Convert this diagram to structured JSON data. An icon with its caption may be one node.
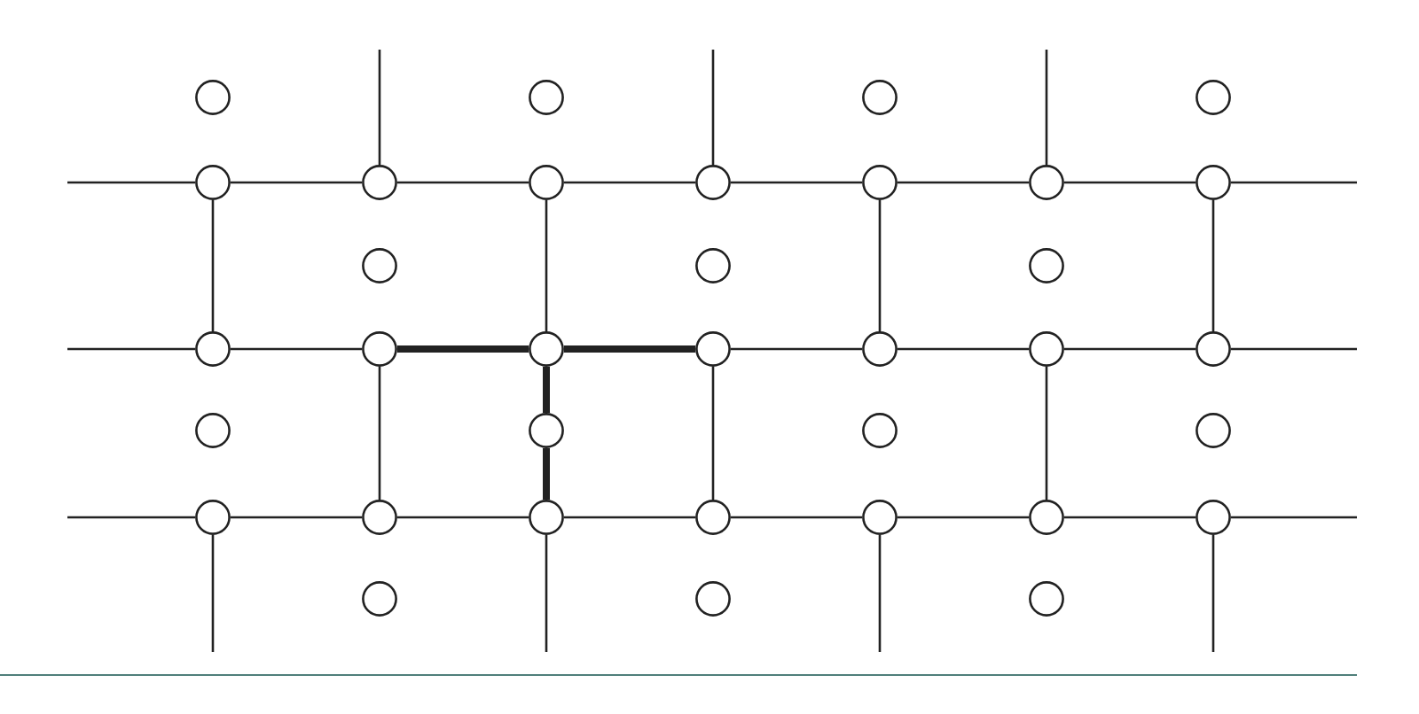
{
  "diagram": {
    "nodes": [
      {
        "text": [],
        "shape": "circle"
      },
      {
        "text": [],
        "shape": "circle"
      },
      {
        "text": [],
        "shape": "circle"
      },
      {
        "text": [],
        "shape": "circle"
      },
      {
        "text": [],
        "shape": "circle"
      },
      {
        "text": [],
        "shape": "circle"
      },
      {
        "text": [],
        "shape": "circle"
      },
      {
        "text": [],
        "shape": "circle"
      },
      {
        "text": [],
        "shape": "circle"
      },
      {
        "text": [],
        "shape": "circle"
      },
      {
        "text": [],
        "shape": "circle"
      },
      {
        "text": [],
        "shape": "circle"
      },
      {
        "text": [],
        "shape": "circle"
      },
      {
        "text": [],
        "shape": "circle"
      },
      {
        "text": [],
        "shape": "circle"
      },
      {
        "text": [],
        "shape": "circle"
      },
      {
        "text": [],
        "shape": "circle"
      },
      {
        "text": [],
        "shape": "circle"
      },
      {
        "text": [],
        "shape": "circle"
      },
      {
        "text": [],
        "shape": "circle"
      },
      {
        "text": [],
        "shape": "circle"
      },
      {
        "text": [],
        "shape": "circle"
      },
      {
        "text": [],
        "shape": "circle"
      },
      {
        "text": [],
        "shape": "circle"
      },
      {
        "text": [],
        "shape": "circle"
      },
      {
        "text": [],
        "shape": "circle"
      },
      {
        "text": [],
        "shape": "circle"
      },
      {
        "text": [],
        "shape": "circle"
      },
      {
        "text": [],
        "shape": "circle"
      },
      {
        "text": [],
        "shape": "circle"
      },
      {
        "text": [],
        "shape": "circle"
      },
      {
        "text": [],
        "shape": "circle"
      },
      {
        "text": [],
        "shape": "circle"
      },
      {
        "text": [],
        "shape": "circle"
      },
      {
        "text": [],
        "shape": "circle"
      }
    ],
    "edges": [
      {
        "from": 4,
        "to": null,
        "arrow": "none"
      },
      {
        "from": 4,
        "to": 5,
        "arrow": "none"
      },
      {
        "from": 5,
        "to": 6,
        "arrow": "none"
      },
      {
        "from": 6,
        "to": 7,
        "arrow": "none"
      },
      {
        "from": 7,
        "to": 8,
        "arrow": "none"
      },
      {
        "from": 8,
        "to": 9,
        "arrow": "none"
      },
      {
        "from": 9,
        "to": 10,
        "arrow": "none"
      },
      {
        "from": 10,
        "to": null,
        "arrow": "none"
      },
      {
        "from": 14,
        "to": null,
        "arrow": "none"
      },
      {
        "from": 14,
        "to": 15,
        "arrow": "none"
      },
      {
        "from": 15,
        "to": 16,
        "arrow": "none",
        "style": "thick"
      },
      {
        "from": 16,
        "to": 17,
        "arrow": "none",
        "style": "thick"
      },
      {
        "from": 17,
        "to": 18,
        "arrow": "none"
      },
      {
        "from": 18,
        "to": 19,
        "arrow": "none"
      },
      {
        "from": 19,
        "to": 20,
        "arrow": "none"
      },
      {
        "from": 20,
        "to": null,
        "arrow": "none"
      },
      {
        "from": 25,
        "to": null,
        "arrow": "none"
      },
      {
        "from": 25,
        "to": 26,
        "arrow": "none"
      },
      {
        "from": 26,
        "to": 27,
        "arrow": "none"
      },
      {
        "from": 27,
        "to": 28,
        "arrow": "none"
      },
      {
        "from": 28,
        "to": 29,
        "arrow": "none"
      },
      {
        "from": 29,
        "to": 30,
        "arrow": "none"
      },
      {
        "from": 30,
        "to": 31,
        "arrow": "none"
      },
      {
        "from": 31,
        "to": null,
        "arrow": "none"
      },
      {
        "from": 5,
        "to": null,
        "arrow": "none"
      },
      {
        "from": 7,
        "to": null,
        "arrow": "none"
      },
      {
        "from": 9,
        "to": null,
        "arrow": "none"
      },
      {
        "from": 4,
        "to": 14,
        "arrow": "none"
      },
      {
        "from": 6,
        "to": 16,
        "arrow": "none"
      },
      {
        "from": 8,
        "to": 18,
        "arrow": "none"
      },
      {
        "from": 10,
        "to": 20,
        "arrow": "none"
      },
      {
        "from": 15,
        "to": 26,
        "arrow": "none"
      },
      {
        "from": 16,
        "to": 22,
        "arrow": "none",
        "style": "thick"
      },
      {
        "from": 22,
        "to": 27,
        "arrow": "none",
        "style": "thick"
      },
      {
        "from": 17,
        "to": 28,
        "arrow": "none"
      },
      {
        "from": 19,
        "to": 30,
        "arrow": "none"
      },
      {
        "from": 25,
        "to": null,
        "arrow": "none"
      },
      {
        "from": 27,
        "to": null,
        "arrow": "none"
      },
      {
        "from": 29,
        "to": null,
        "arrow": "none"
      },
      {
        "from": 31,
        "to": null,
        "arrow": "none"
      }
    ]
  }
}
